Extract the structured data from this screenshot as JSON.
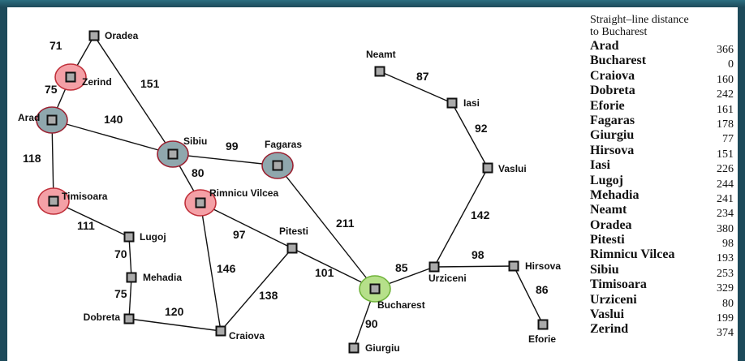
{
  "colors": {
    "background": "#1d4a5a",
    "visited_fill": "#f4a0a6",
    "visited_stroke": "#c0303a",
    "frontier_fill": "#8fa7ad",
    "frontier_stroke": "#9a2030",
    "goal_fill": "#b6e08a",
    "goal_stroke": "#6fb33a",
    "node_fill": "#aaaaaa",
    "edge": "#111111"
  },
  "map": {
    "cities": [
      {
        "id": "Oradea",
        "label": "Oradea",
        "mark": "none"
      },
      {
        "id": "Zerind",
        "label": "Zerind",
        "mark": "visited"
      },
      {
        "id": "Arad",
        "label": "Arad",
        "mark": "frontier"
      },
      {
        "id": "Timisoara",
        "label": "Timisoara",
        "mark": "visited"
      },
      {
        "id": "Lugoj",
        "label": "Lugoj",
        "mark": "none"
      },
      {
        "id": "Mehadia",
        "label": "Mehadia",
        "mark": "none"
      },
      {
        "id": "Dobreta",
        "label": "Dobreta",
        "mark": "none"
      },
      {
        "id": "Craiova",
        "label": "Craiova",
        "mark": "none"
      },
      {
        "id": "Sibiu",
        "label": "Sibiu",
        "mark": "frontier"
      },
      {
        "id": "RimnicuVilcea",
        "label": "Rimnicu Vilcea",
        "mark": "visited"
      },
      {
        "id": "Fagaras",
        "label": "Fagaras",
        "mark": "frontier"
      },
      {
        "id": "Pitesti",
        "label": "Pitesti",
        "mark": "none"
      },
      {
        "id": "Bucharest",
        "label": "Bucharest",
        "mark": "goal"
      },
      {
        "id": "Giurgiu",
        "label": "Giurgiu",
        "mark": "none"
      },
      {
        "id": "Urziceni",
        "label": "Urziceni",
        "mark": "none"
      },
      {
        "id": "Hirsova",
        "label": "Hirsova",
        "mark": "none"
      },
      {
        "id": "Eforie",
        "label": "Eforie",
        "mark": "none"
      },
      {
        "id": "Vaslui",
        "label": "Vaslui",
        "mark": "none"
      },
      {
        "id": "Iasi",
        "label": "Iasi",
        "mark": "none"
      },
      {
        "id": "Neamt",
        "label": "Neamt",
        "mark": "none"
      }
    ],
    "roads": [
      {
        "from": "Oradea",
        "to": "Zerind",
        "distance": "71"
      },
      {
        "from": "Zerind",
        "to": "Arad",
        "distance": "75"
      },
      {
        "from": "Oradea",
        "to": "Sibiu",
        "distance": "151"
      },
      {
        "from": "Arad",
        "to": "Sibiu",
        "distance": "140"
      },
      {
        "from": "Arad",
        "to": "Timisoara",
        "distance": "118"
      },
      {
        "from": "Timisoara",
        "to": "Lugoj",
        "distance": "111"
      },
      {
        "from": "Lugoj",
        "to": "Mehadia",
        "distance": "70"
      },
      {
        "from": "Mehadia",
        "to": "Dobreta",
        "distance": "75"
      },
      {
        "from": "Dobreta",
        "to": "Craiova",
        "distance": "120"
      },
      {
        "from": "Sibiu",
        "to": "Fagaras",
        "distance": "99"
      },
      {
        "from": "Sibiu",
        "to": "RimnicuVilcea",
        "distance": "80"
      },
      {
        "from": "RimnicuVilcea",
        "to": "Pitesti",
        "distance": "97"
      },
      {
        "from": "RimnicuVilcea",
        "to": "Craiova",
        "distance": "146"
      },
      {
        "from": "Craiova",
        "to": "Pitesti",
        "distance": "138"
      },
      {
        "from": "Pitesti",
        "to": "Bucharest",
        "distance": "101"
      },
      {
        "from": "Fagaras",
        "to": "Bucharest",
        "distance": "211"
      },
      {
        "from": "Bucharest",
        "to": "Giurgiu",
        "distance": "90"
      },
      {
        "from": "Bucharest",
        "to": "Urziceni",
        "distance": "85"
      },
      {
        "from": "Urziceni",
        "to": "Hirsova",
        "distance": "98"
      },
      {
        "from": "Hirsova",
        "to": "Eforie",
        "distance": "86"
      },
      {
        "from": "Urziceni",
        "to": "Vaslui",
        "distance": "142"
      },
      {
        "from": "Vaslui",
        "to": "Iasi",
        "distance": "92"
      },
      {
        "from": "Iasi",
        "to": "Neamt",
        "distance": "87"
      }
    ]
  },
  "sld": {
    "title_line1": "Straight–line distance",
    "title_line2": "to Bucharest",
    "rows": [
      {
        "city": "Arad",
        "value": "366"
      },
      {
        "city": "Bucharest",
        "value": "0"
      },
      {
        "city": "Craiova",
        "value": "160"
      },
      {
        "city": "Dobreta",
        "value": "242"
      },
      {
        "city": "Eforie",
        "value": "161"
      },
      {
        "city": "Fagaras",
        "value": "178"
      },
      {
        "city": "Giurgiu",
        "value": "77"
      },
      {
        "city": "Hirsova",
        "value": "151"
      },
      {
        "city": "Iasi",
        "value": "226"
      },
      {
        "city": "Lugoj",
        "value": "244"
      },
      {
        "city": "Mehadia",
        "value": "241"
      },
      {
        "city": "Neamt",
        "value": "234"
      },
      {
        "city": "Oradea",
        "value": "380"
      },
      {
        "city": "Pitesti",
        "value": "98"
      },
      {
        "city": "Rimnicu Vilcea",
        "value": "193"
      },
      {
        "city": "Sibiu",
        "value": "253"
      },
      {
        "city": "Timisoara",
        "value": "329"
      },
      {
        "city": "Urziceni",
        "value": "80"
      },
      {
        "city": "Vaslui",
        "value": "199"
      },
      {
        "city": "Zerind",
        "value": "374"
      }
    ]
  }
}
